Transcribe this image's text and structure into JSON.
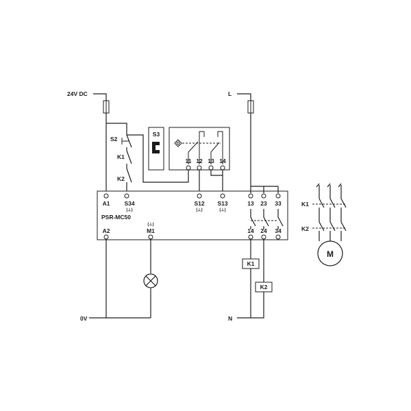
{
  "supply": {
    "left_top": "24V DC",
    "left_bottom": "0V",
    "right_top": "L",
    "right_bottom": "N"
  },
  "inputs": {
    "s2": "S2",
    "k1": "K1",
    "k2": "K2",
    "s3": "S3",
    "sensor_terminals": [
      "11",
      "12",
      "13",
      "14"
    ]
  },
  "module": {
    "name": "PSR-MC50",
    "terminals_top": [
      "A1",
      "S34",
      "S12",
      "S13",
      "13",
      "23",
      "33"
    ],
    "terminals_bottom": [
      "A2",
      "M1",
      "14",
      "24",
      "34"
    ],
    "ground_marker": "(⊥)"
  },
  "loads": {
    "k1_coil": "K1",
    "k2_coil": "K2"
  },
  "motor": {
    "label": "M",
    "k1": "K1",
    "k2": "K2"
  }
}
